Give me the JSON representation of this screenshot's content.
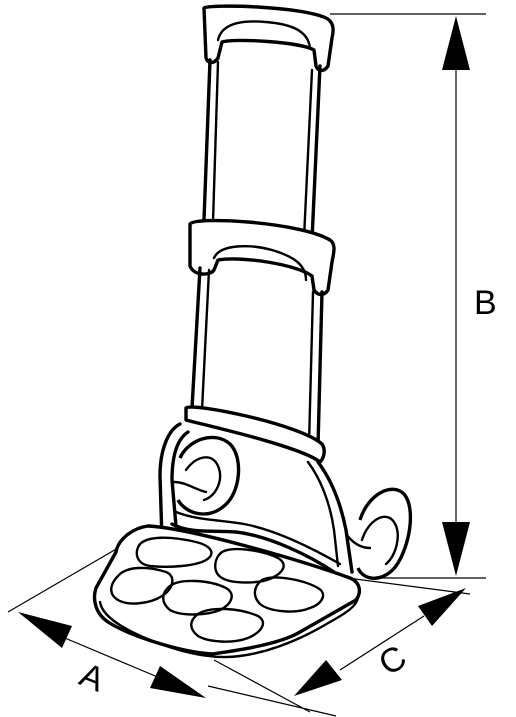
{
  "diagram": {
    "labels": {
      "a": "A",
      "b": "B",
      "c": "C"
    },
    "stroke_color": "#000000",
    "background_color": "#ffffff"
  }
}
